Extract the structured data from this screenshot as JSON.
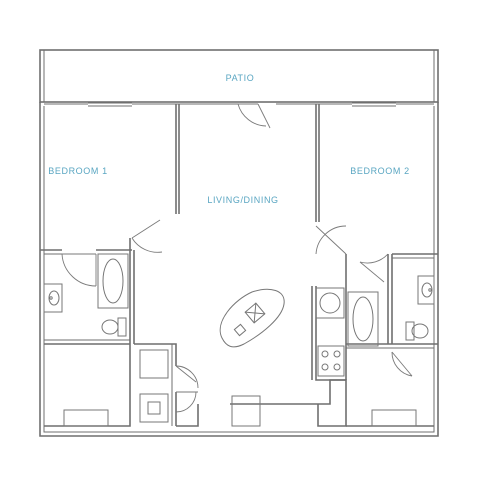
{
  "floorplan": {
    "rooms": {
      "patio": "PATIO",
      "bedroom1": "BEDROOM 1",
      "bedroom2": "BEDROOM 2",
      "living": "LIVING/DINING"
    }
  },
  "colors": {
    "wall": "#6f6f6f",
    "label": "#5aa6c2",
    "background": "#ffffff"
  }
}
